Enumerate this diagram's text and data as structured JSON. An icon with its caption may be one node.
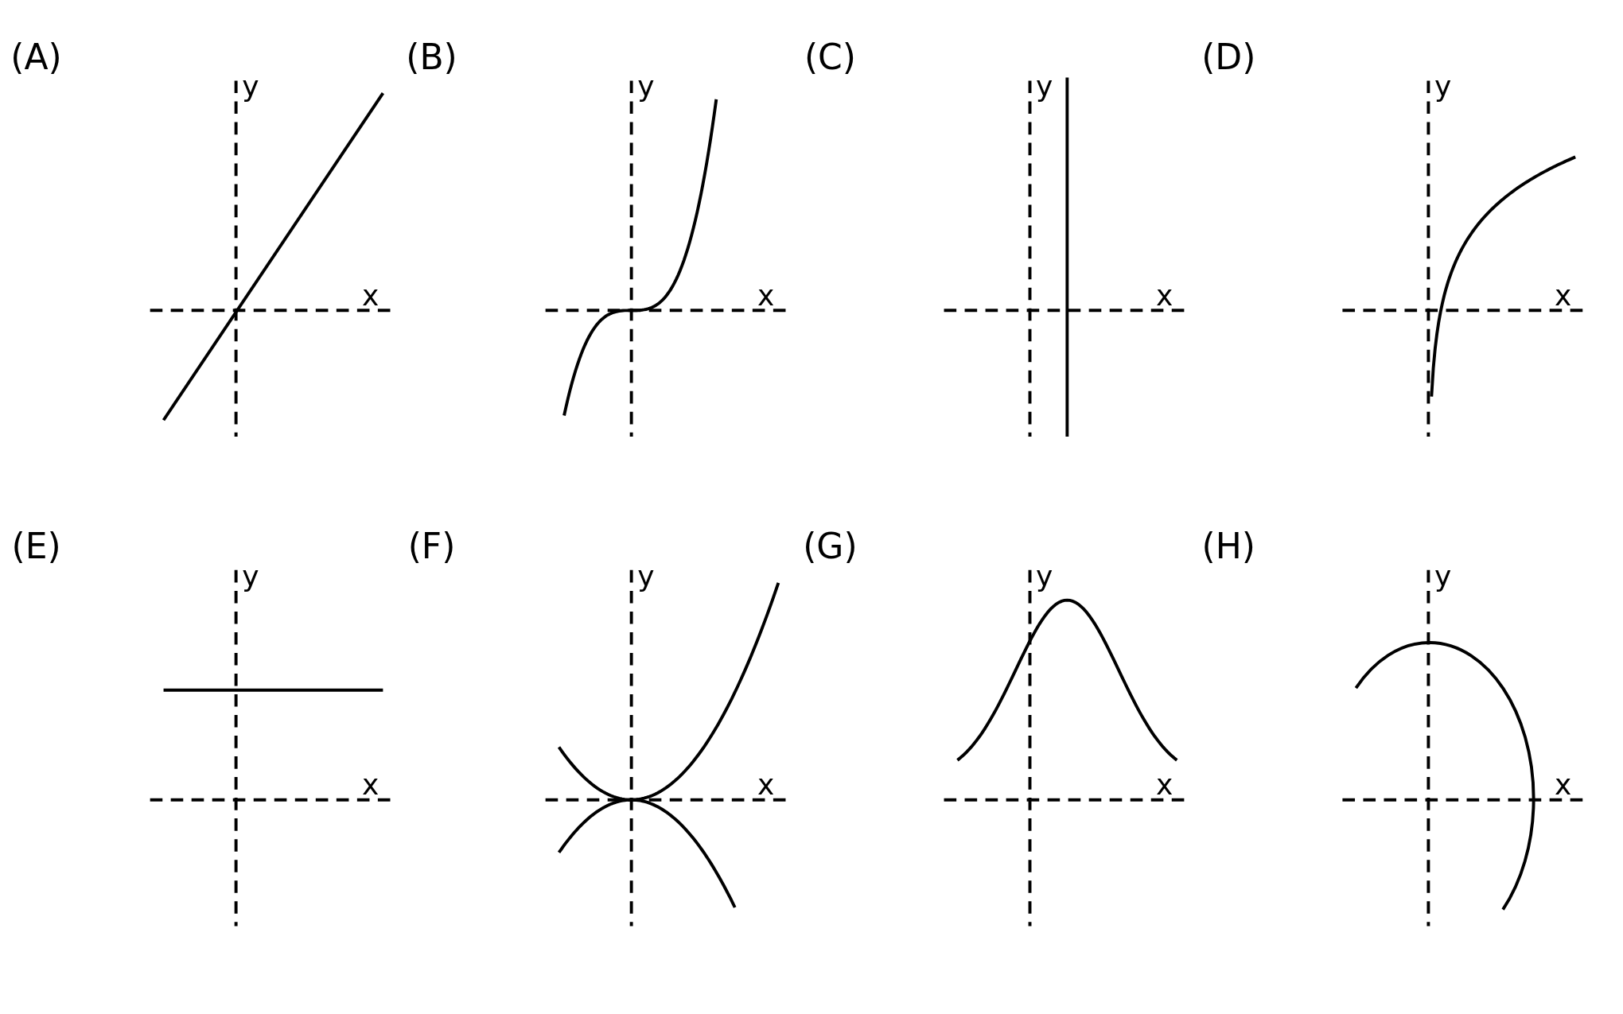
{
  "diagram": {
    "labels": [
      "(A)",
      "y",
      "x",
      "(B)",
      "y",
      "x",
      "(C)",
      "y",
      "x",
      "(D)",
      "y",
      "x",
      "(E)",
      "y",
      "x",
      "(F)",
      "y",
      "x",
      "(G)",
      "y",
      "x",
      "(H)",
      "y",
      "x"
    ]
  }
}
